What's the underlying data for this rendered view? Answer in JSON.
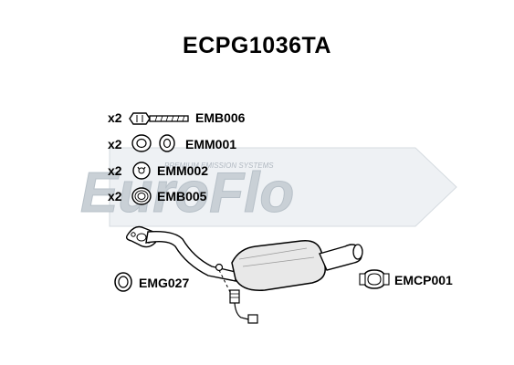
{
  "title": "ECPG1036TA",
  "watermark": {
    "brand_left": "Euro",
    "brand_right": "Flo",
    "tagline": "PREMIUM EMISSION SYSTEMS",
    "color": "#c9d0d6"
  },
  "parts": [
    {
      "qty": "x2",
      "code": "EMB006",
      "icon": "bolt-icon"
    },
    {
      "qty": "x2",
      "code": "EMM001",
      "icon": "mounting-ring-icon"
    },
    {
      "qty": "x2",
      "code": "EMM002",
      "icon": "mounting-rubber-icon"
    },
    {
      "qty": "x2",
      "code": "EMB005",
      "icon": "spring-icon"
    }
  ],
  "assembly_parts": [
    {
      "code": "EMG027",
      "icon": "gasket-icon"
    },
    {
      "code": "EMCP001",
      "icon": "clamp-icon"
    }
  ],
  "line_color": "#000000",
  "part_fill": "#e8e8e8"
}
